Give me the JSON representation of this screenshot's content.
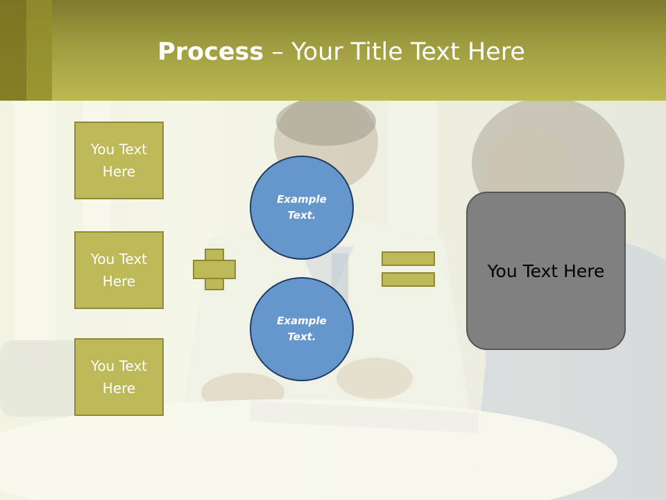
{
  "title": {
    "bold": "Process",
    "rest": " – Your Title Text Here"
  },
  "left_boxes": [
    {
      "line1": "You Text",
      "line2": "Here"
    },
    {
      "line1": "You Text",
      "line2": "Here"
    },
    {
      "line1": "You Text",
      "line2": "Here"
    }
  ],
  "circles": [
    {
      "line1": "Example",
      "line2": "Text."
    },
    {
      "line1": "Example",
      "line2": "Text."
    }
  ],
  "result": {
    "text": "You Text Here"
  },
  "colors": {
    "header": "#bcb952",
    "box_fill": "#bdb958",
    "box_border": "#8d8a35",
    "circle_fill": "#6596cc",
    "circle_border": "#1e3b61",
    "result_fill": "#808080"
  }
}
